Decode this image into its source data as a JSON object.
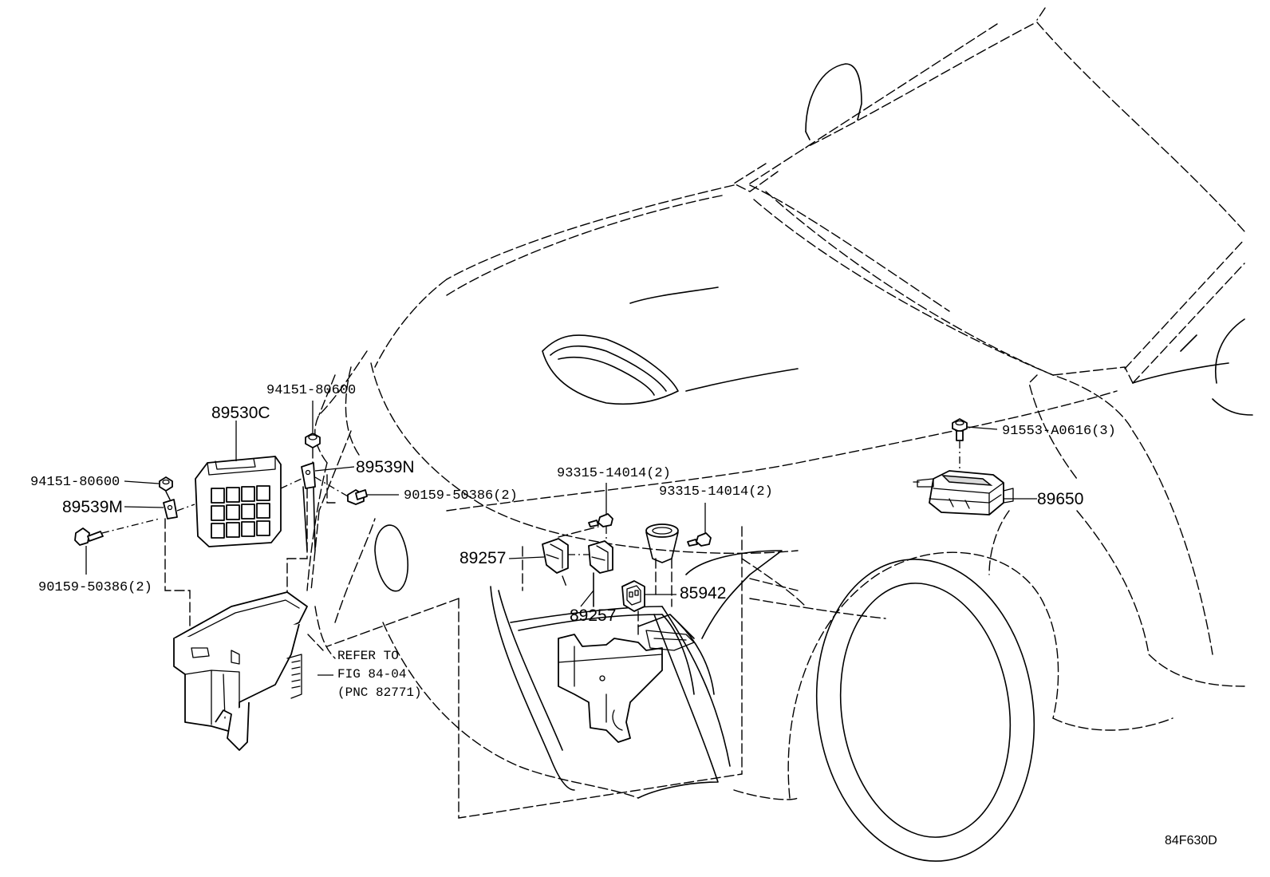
{
  "callouts": {
    "nut_upper": "94151-80600",
    "ecu": "89530C",
    "nut_left": "94151-80600",
    "bracket_n": "89539N",
    "bracket_m": "89539M",
    "bolt_upper": "90159-50386(2)",
    "bolt_lower": "90159-50386(2)",
    "screw_upper_left": "93315-14014(2)",
    "screw_upper_right": "93315-14014(2)",
    "bracket_89257_a": "89257",
    "bracket_89257_b": "89257",
    "sensor": "85942",
    "bolt_right": "91553-A0616(3)",
    "radar_module": "89650"
  },
  "reference": {
    "line1": "REFER TO",
    "line2": "FIG 84-04",
    "line3": "(PNC 82771)"
  },
  "figure_code": "84F630D"
}
